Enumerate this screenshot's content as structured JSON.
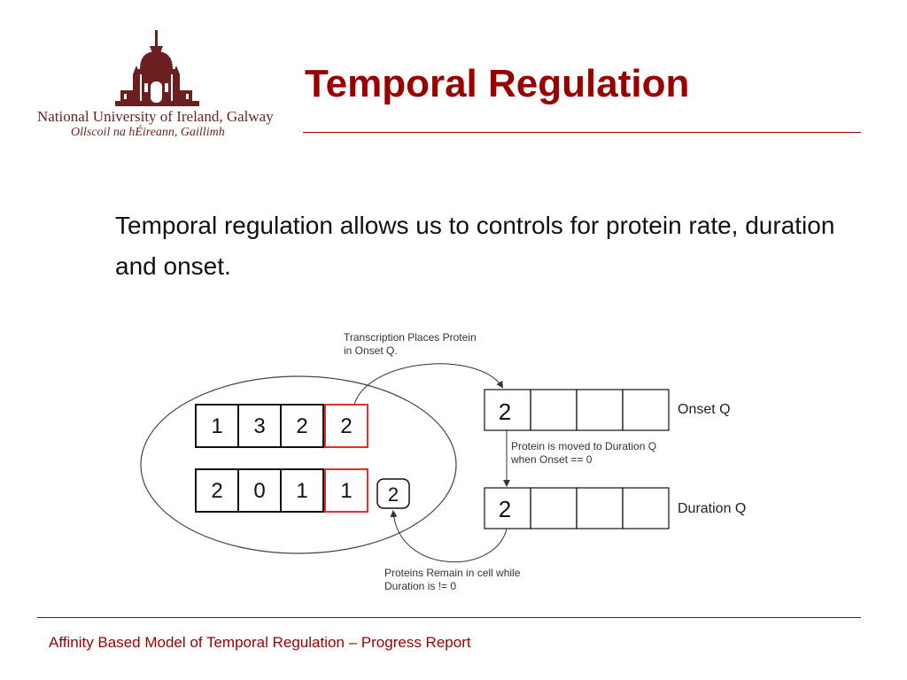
{
  "header": {
    "title": "Temporal Regulation",
    "institution_en": "National University of Ireland, Galway",
    "institution_ga": "Ollscoil na hÉireann, Gaillimh"
  },
  "body": {
    "text": "Temporal regulation allows us to controls for protein rate, duration and onset."
  },
  "diagram": {
    "annotations": {
      "transcription": [
        "Transcription Places Protein",
        "in Onset Q."
      ],
      "moved": [
        "Protein is moved to Duration Q",
        "when Onset == 0"
      ],
      "remain": [
        "Proteins Remain in cell while",
        "Duration is != 0"
      ]
    },
    "cell_rows": [
      {
        "values": [
          "1",
          "3",
          "2",
          "2"
        ],
        "highlight_index": 3
      },
      {
        "values": [
          "2",
          "0",
          "1",
          "1"
        ],
        "highlight_index": 3
      }
    ],
    "loose_protein": "2",
    "onset_queue": {
      "label": "Onset Q",
      "values": [
        "2",
        "",
        "",
        ""
      ]
    },
    "duration_queue": {
      "label": "Duration Q",
      "values": [
        "2",
        "",
        "",
        ""
      ]
    },
    "colors": {
      "highlight": "#e03030",
      "stroke": "#111111",
      "annotation": "#333333"
    }
  },
  "footer": {
    "text": "Affinity Based Model of Temporal Regulation – Progress Report"
  }
}
